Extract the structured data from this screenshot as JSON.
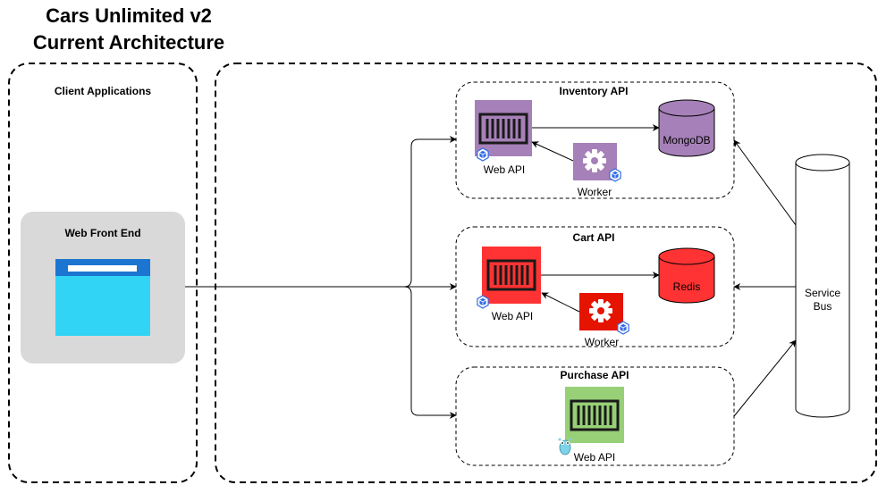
{
  "title": {
    "line1": "Cars Unlimited v2",
    "line2": "Current Architecture"
  },
  "client_group": {
    "label": "Client Applications",
    "web_front_end": {
      "label": "Web Front End",
      "icon": "browser-window-icon"
    }
  },
  "services": {
    "inventory": {
      "label": "Inventory API",
      "api_label": "Web API",
      "worker_label": "Worker",
      "db_label": "MongoDB",
      "color": "#A680B8"
    },
    "cart": {
      "label": "Cart API",
      "api_label": "Web API",
      "worker_label": "Worker",
      "db_label": "Redis",
      "color": "#E51400"
    },
    "purchase": {
      "label": "Purchase API",
      "api_label": "Web API",
      "color": "#97D077"
    }
  },
  "service_bus": {
    "line1": "Service",
    "line2": "Bus"
  },
  "colors": {
    "container_bg_gray": "#D9D9D9",
    "browser_top": "#1B75D1",
    "browser_body": "#32D4F5",
    "cart_db": "#FF3333",
    "k8s_badge": "#326CE5"
  }
}
